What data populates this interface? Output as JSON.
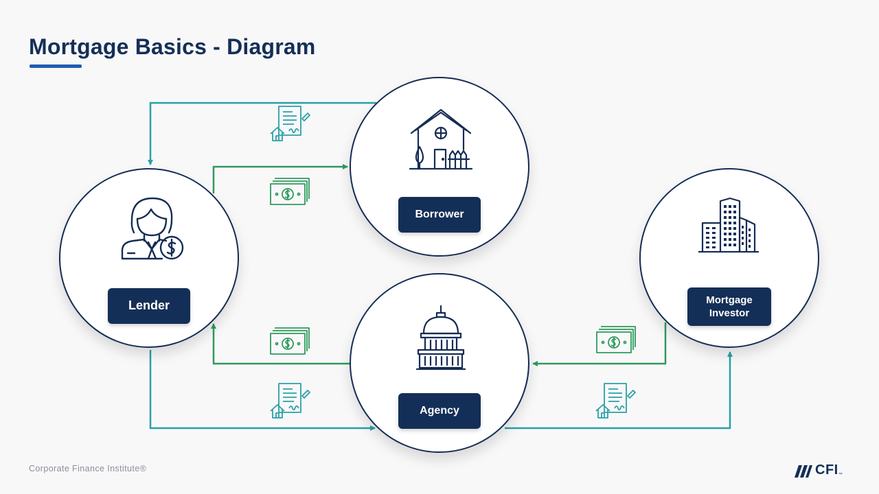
{
  "title": "Mortgage Basics - Diagram",
  "nodes": {
    "borrower": "Borrower",
    "lender": "Lender",
    "agency": "Agency",
    "investor_line1": "Mortgage",
    "investor_line2": "Investor"
  },
  "footer": {
    "credit": "Corporate Finance Institute®",
    "logo": "CFI",
    "logo_tm": "™"
  },
  "colors": {
    "navy": "#142f57",
    "accent_blue": "#1f5db0",
    "flow_money": "#2e9a5c",
    "flow_document": "#2aa0a6"
  },
  "icons": {
    "borrower": "house-icon",
    "lender": "banker-icon",
    "agency": "capitol-building-icon",
    "investor": "office-buildings-icon",
    "money": "cash-icon",
    "document": "mortgage-document-icon"
  }
}
